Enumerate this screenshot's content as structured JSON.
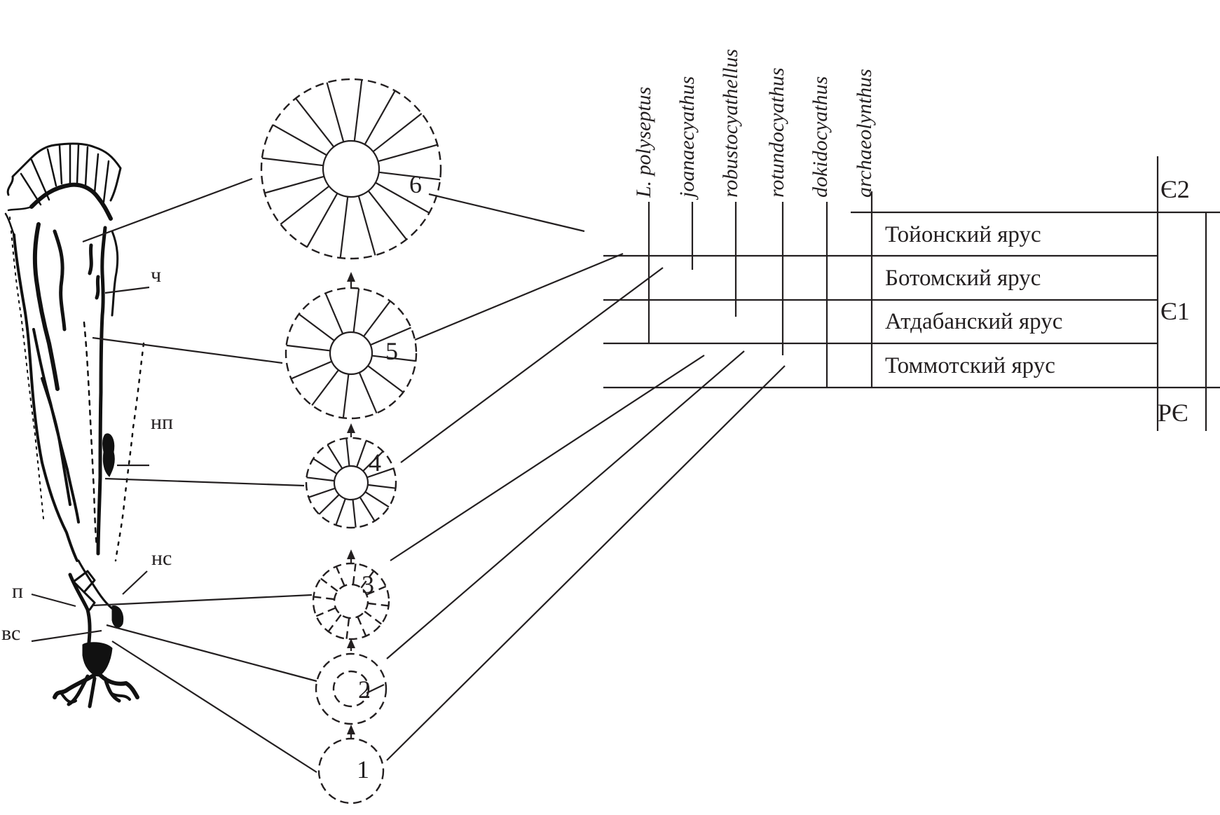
{
  "figure": {
    "fossil_labels": [
      "ч",
      "нп",
      "нс",
      "п",
      "вс"
    ],
    "stage_numbers": [
      "1",
      "2",
      "3",
      "4",
      "5",
      "6"
    ],
    "taxa": [
      "L. polyseptus",
      "joanaecyathus",
      "robustocyathellus",
      "rotundocyathus",
      "dokidocyathus",
      "archaeolynthus"
    ],
    "stages": [
      "Тойонский ярус",
      "Ботомский ярус",
      "Атдабанский ярус",
      "Томмотский ярус"
    ],
    "periods": [
      "Є2",
      "Є1",
      "PЄ"
    ],
    "ink_color": "#231f20"
  }
}
